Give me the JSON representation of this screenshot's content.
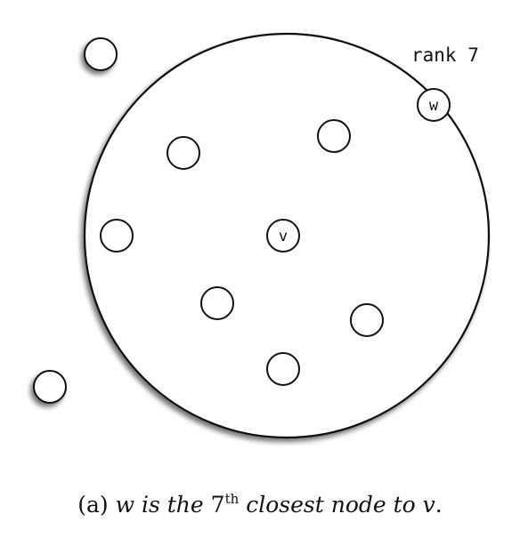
{
  "diagram": {
    "rank_label": "rank 7",
    "center_node_label": "v",
    "target_node_label": "w"
  },
  "caption": {
    "prefix": "(a)",
    "w_var": "w",
    "is_the": "is the",
    "ordinal_num": "7",
    "ordinal_suffix": "th",
    "rest": "closest node to",
    "v_var": "v",
    "end": "."
  }
}
